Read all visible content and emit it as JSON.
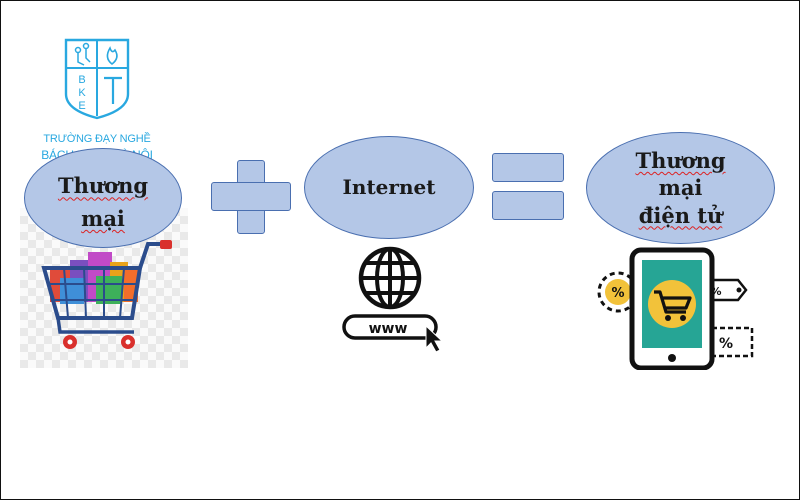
{
  "logo": {
    "mark_letters": [
      "B",
      "K",
      "E"
    ],
    "line1": "TRƯỜNG ĐẠY NGHỀ",
    "line2": "BÁCH KHOA HÀ NỘI",
    "color": "#29a8e0"
  },
  "equation": {
    "term1": {
      "line1": "Thương",
      "line2": "mại",
      "image_icon": "shopping-cart-icon"
    },
    "operator1": "plus",
    "term2": {
      "label": "Internet",
      "image_icons": [
        "globe-icon",
        "www-address-bar-icon",
        "mouse-cursor-icon"
      ],
      "url_text": "www"
    },
    "operator2": "equals",
    "result": {
      "line1": "Thương",
      "line2": "mại",
      "line3": "điện tử",
      "image_icons": [
        "smartphone-icon",
        "shopping-cart-icon",
        "percent-tag-icon"
      ],
      "percent_text": "%"
    }
  },
  "colors": {
    "shape_fill": "#b4c7e7",
    "shape_stroke": "#4a6fb0",
    "spellcheck_underline": "#dd2222"
  }
}
